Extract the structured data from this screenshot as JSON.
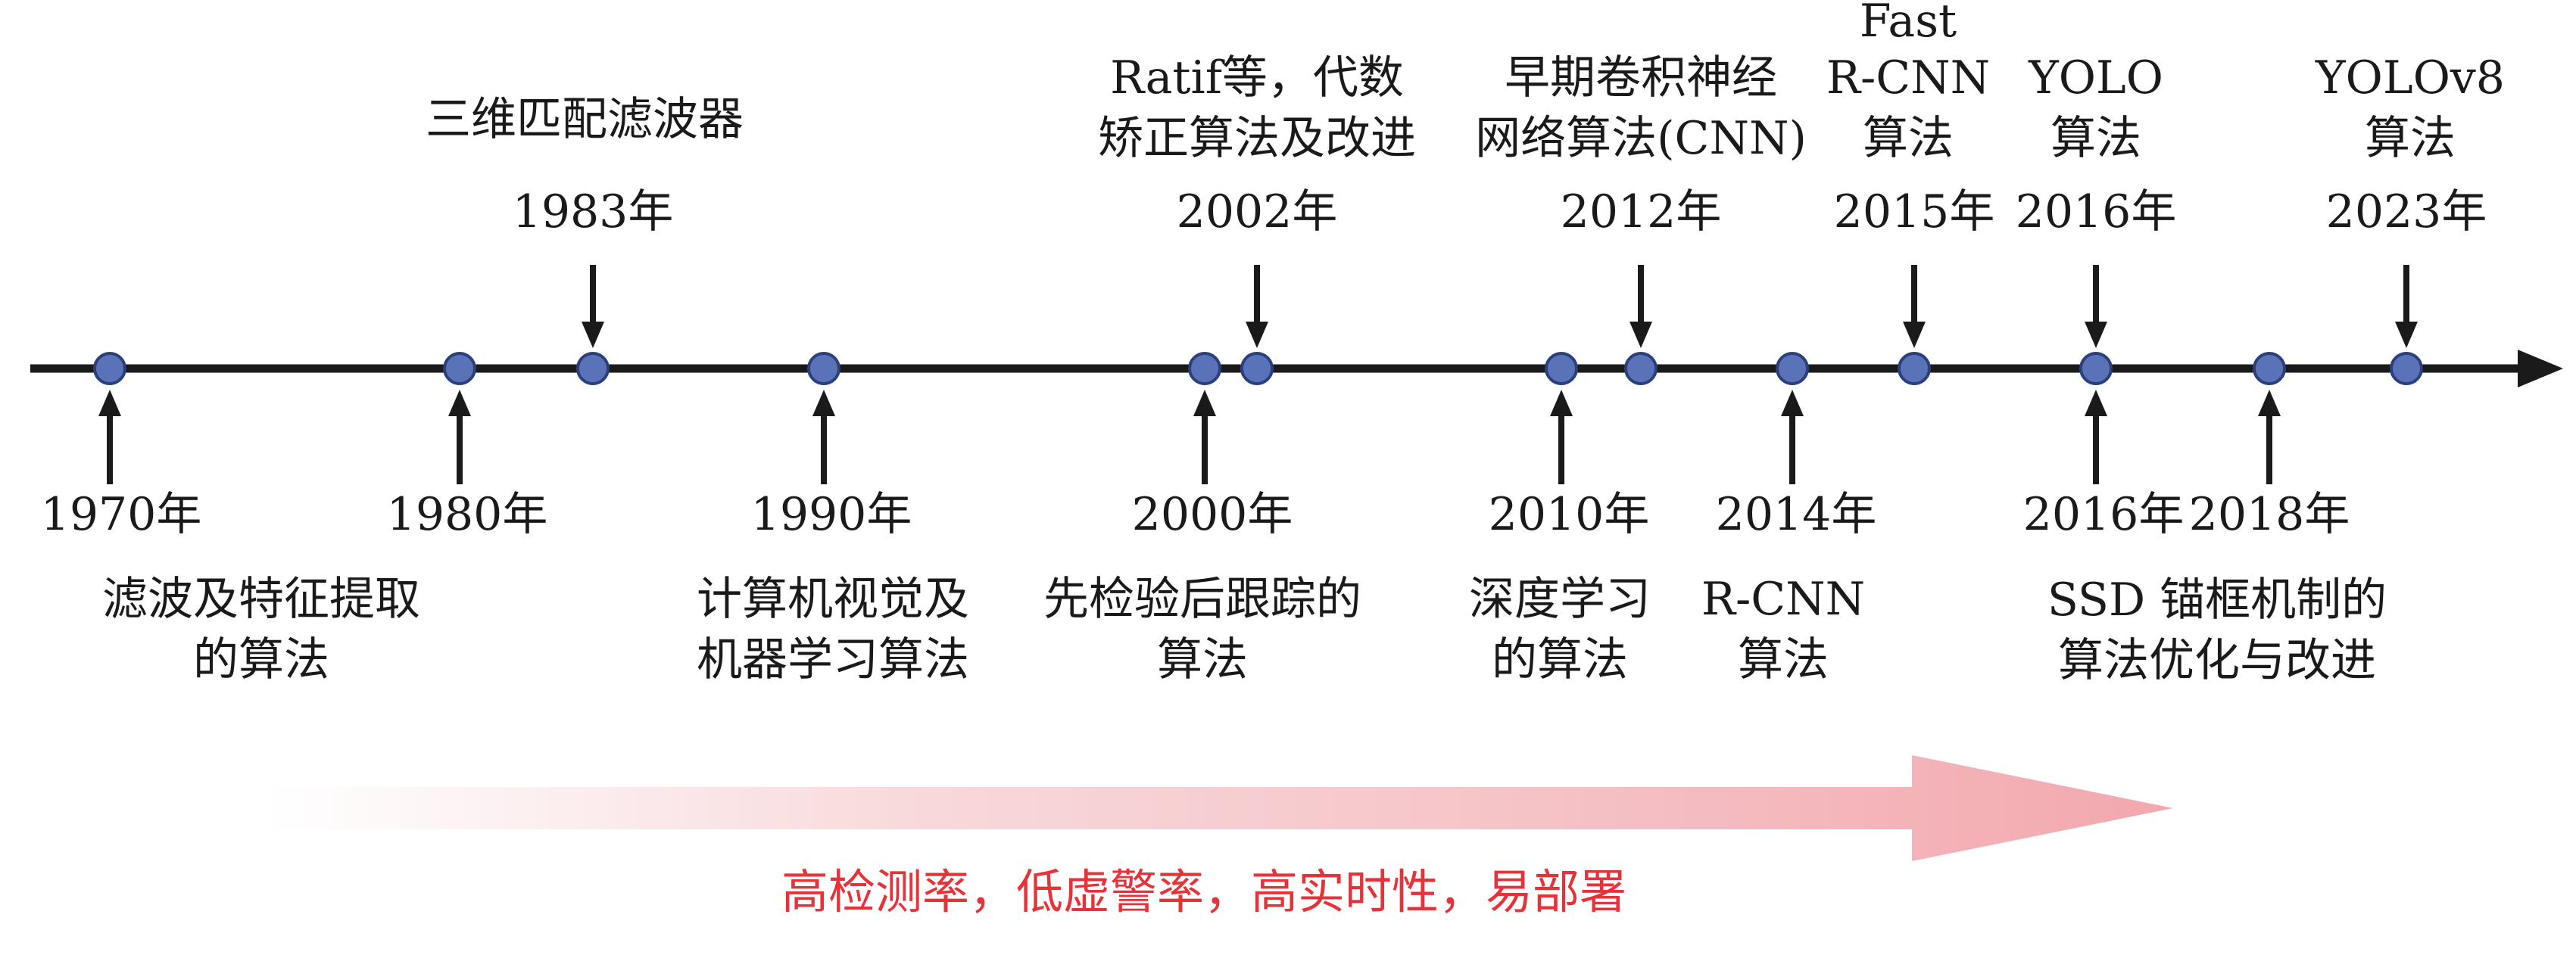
{
  "colors": {
    "axis": "#1a1a1a",
    "node_fill": "#5a73b8",
    "node_stroke": "#2b3f7a",
    "text": "#1a1a1a",
    "banner_text": "#e8323a",
    "banner_arrow": "#f2b8bc"
  },
  "events_above": [
    {
      "id": "a1983",
      "year": "1983年",
      "lines": [
        "三维匹配滤波器"
      ]
    },
    {
      "id": "a2002",
      "year": "2002年",
      "lines": [
        "Ratif等，代数",
        "矫正算法及改进"
      ]
    },
    {
      "id": "a2012",
      "year": "2012年",
      "lines": [
        "早期卷积神经",
        "网络算法(CNN)"
      ]
    },
    {
      "id": "a2015",
      "year": "2015年",
      "lines": [
        "Fast",
        "R-CNN",
        "算法"
      ]
    },
    {
      "id": "a2016",
      "year": "2016年",
      "lines": [
        "YOLO",
        "算法"
      ]
    },
    {
      "id": "a2023",
      "year": "2023年",
      "lines": [
        "YOLOv8",
        "算法"
      ]
    }
  ],
  "events_below": [
    {
      "id": "b1970",
      "year": "1970年",
      "lines": [
        "滤波及特征提取",
        "的算法"
      ]
    },
    {
      "id": "b1980",
      "year": "1980年",
      "lines": []
    },
    {
      "id": "b1990",
      "year": "1990年",
      "lines": [
        "计算机视觉及",
        "机器学习算法"
      ]
    },
    {
      "id": "b2000",
      "year": "2000年",
      "lines": [
        "先检验后跟踪的",
        "算法"
      ]
    },
    {
      "id": "b2010",
      "year": "2010年",
      "lines": [
        "深度学习",
        "的算法"
      ]
    },
    {
      "id": "b2014",
      "year": "2014年",
      "lines": [
        "R-CNN",
        "算法"
      ]
    },
    {
      "id": "b2016",
      "year": "2016年",
      "lines": []
    },
    {
      "id": "b2018",
      "year": "2018年",
      "lines": []
    }
  ],
  "shared_below_label": {
    "id": "ssd-label",
    "lines": [
      "SSD 锚框机制的",
      "算法优化与改进"
    ]
  },
  "banner": {
    "text": "高检测率，低虚警率，高实时性，易部署"
  }
}
